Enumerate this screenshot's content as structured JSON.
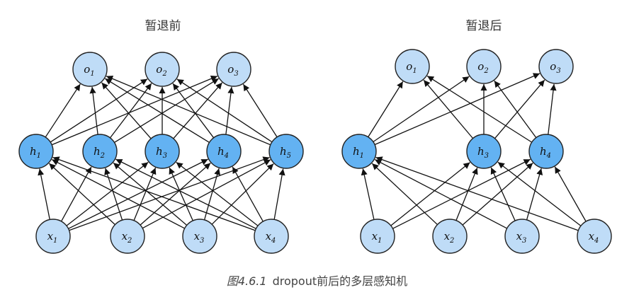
{
  "panels": [
    {
      "title": "暂退前",
      "inputs": [
        {
          "base": "x",
          "sub": "1"
        },
        {
          "base": "x",
          "sub": "2"
        },
        {
          "base": "x",
          "sub": "3"
        },
        {
          "base": "x",
          "sub": "4"
        }
      ],
      "hidden": [
        {
          "base": "h",
          "sub": "1"
        },
        {
          "base": "h",
          "sub": "2"
        },
        {
          "base": "h",
          "sub": "3"
        },
        {
          "base": "h",
          "sub": "4"
        },
        {
          "base": "h",
          "sub": "5"
        }
      ],
      "outputs": [
        {
          "base": "o",
          "sub": "1"
        },
        {
          "base": "o",
          "sub": "2"
        },
        {
          "base": "o",
          "sub": "3"
        }
      ]
    },
    {
      "title": "暂退后",
      "inputs": [
        {
          "base": "x",
          "sub": "1"
        },
        {
          "base": "x",
          "sub": "2"
        },
        {
          "base": "x",
          "sub": "3"
        },
        {
          "base": "x",
          "sub": "4"
        }
      ],
      "hidden": [
        {
          "base": "h",
          "sub": "1"
        },
        {
          "base": "h",
          "sub": "3"
        },
        {
          "base": "h",
          "sub": "4"
        }
      ],
      "outputs": [
        {
          "base": "o",
          "sub": "1"
        },
        {
          "base": "o",
          "sub": "2"
        },
        {
          "base": "o",
          "sub": "3"
        }
      ]
    }
  ],
  "caption": {
    "number": "图4.6.1",
    "text": "dropout前后的多层感知机"
  },
  "colors": {
    "input_fill": "#bfdcf7",
    "hidden_fill": "#63b2f2",
    "output_fill": "#bfdcf7",
    "stroke": "#222222",
    "edge": "#111111"
  }
}
